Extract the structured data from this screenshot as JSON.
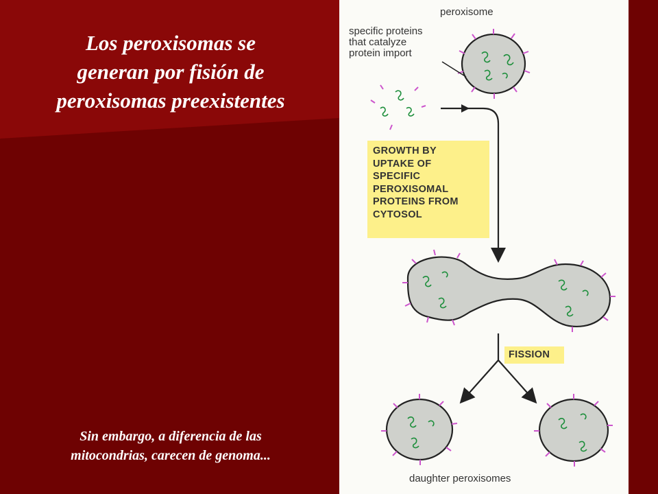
{
  "slide": {
    "title_lines": [
      "Los peroxisomas se",
      "generan por fisión de",
      "peroxisomas preexistentes"
    ],
    "footnote_lines": [
      "Sin embargo, a diferencia de las",
      "mitocondrias, carecen de genoma..."
    ]
  },
  "figure": {
    "top_label": "peroxisome",
    "proteins_label_lines": [
      "specific proteins",
      "that catalyze",
      "protein import"
    ],
    "growth_box_lines": [
      "GROWTH BY",
      "UPTAKE OF",
      "SPECIFIC",
      "PEROXISOMAL",
      "PROTEINS FROM",
      "CYTOSOL"
    ],
    "fission_label": "FISSION",
    "bottom_label": "daughter peroxisomes"
  },
  "colors": {
    "background": "#6e0202",
    "title_band": "#8a0808",
    "figure_bg": "#fbfbf7",
    "organelle_fill": "#cfd1cc",
    "protein_green": "#1e8f3c",
    "membrane_marker": "#cc55cc",
    "callout_fill": "#fdf08a"
  }
}
